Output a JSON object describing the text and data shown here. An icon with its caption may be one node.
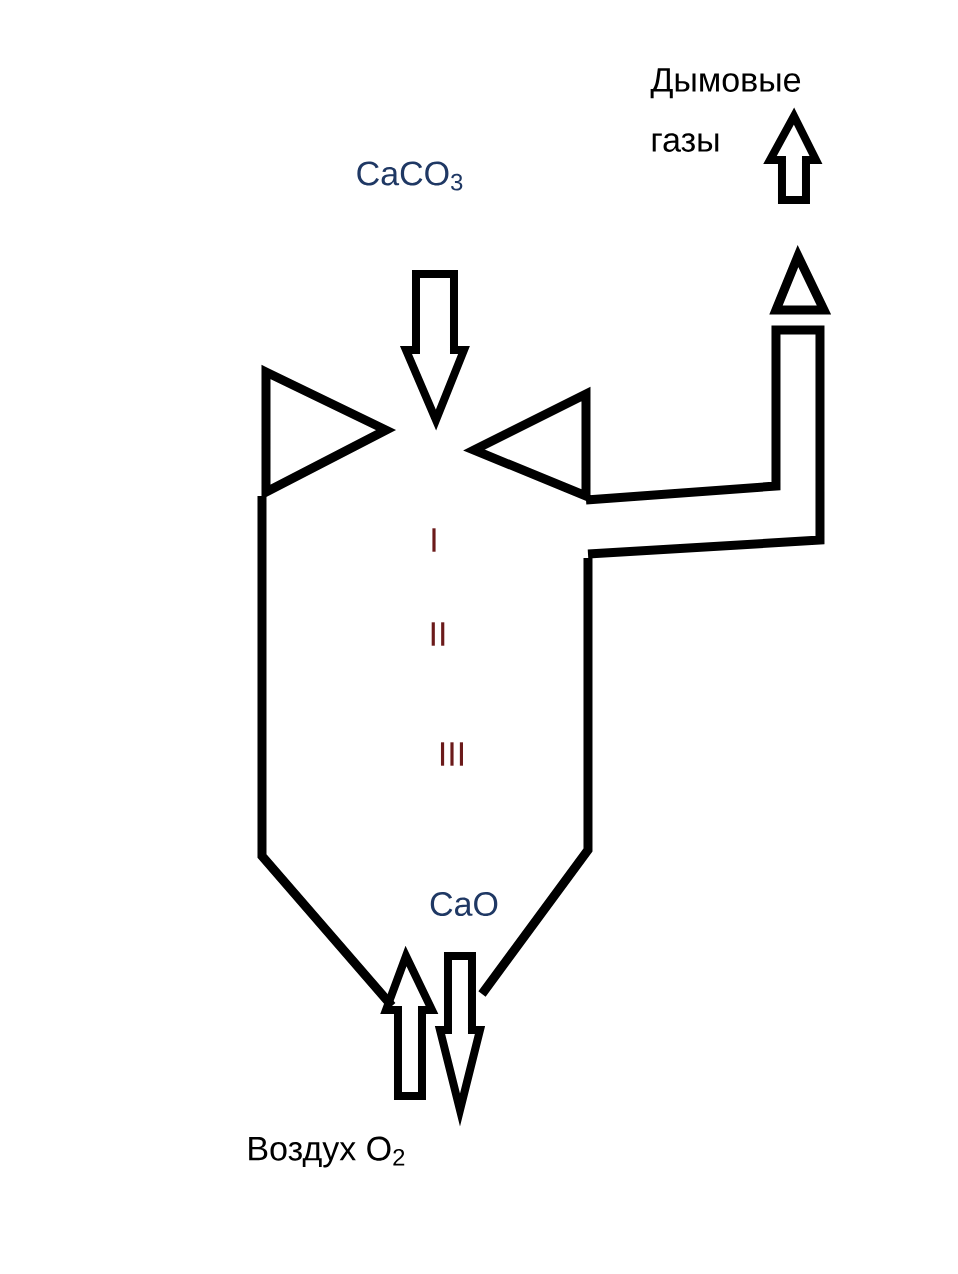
{
  "diagram": {
    "labels": [
      "Дымовые газы",
      "CaCO$_{3}$",
      "I",
      "II",
      "III",
      "CaO",
      "Воздух O$_{2}$"
    ]
  }
}
